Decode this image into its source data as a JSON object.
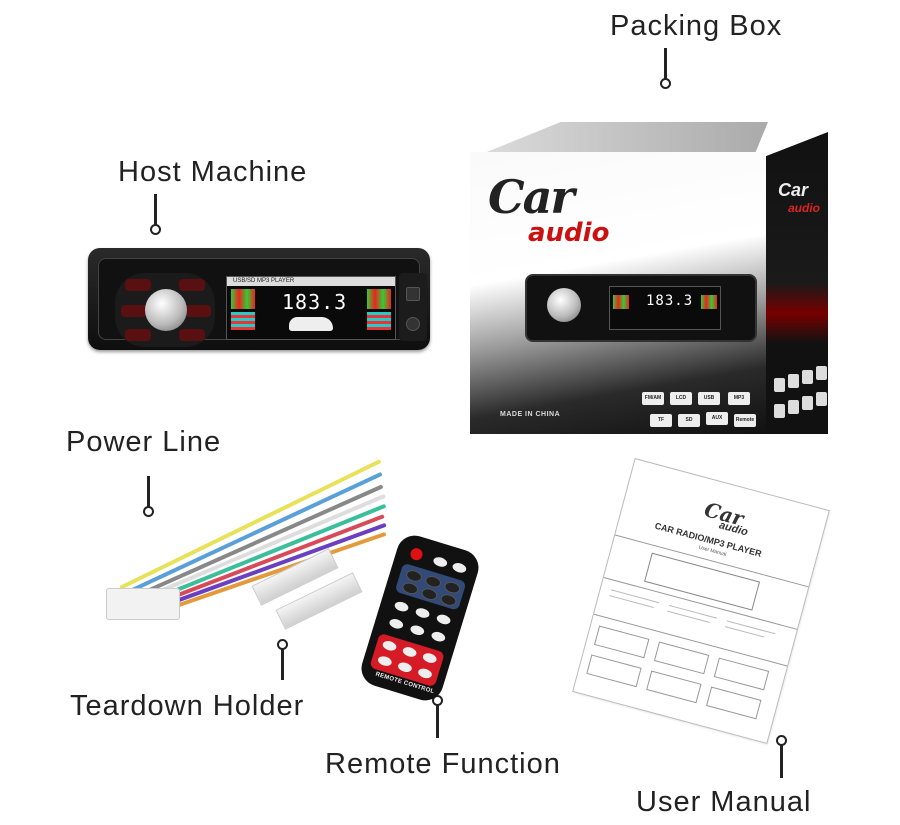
{
  "labels": {
    "packing_box": "Packing Box",
    "host_machine": "Host Machine",
    "power_line": "Power Line",
    "teardown_holder": "Teardown Holder",
    "remote_function": "Remote Function",
    "user_manual": "User Manual"
  },
  "host_machine": {
    "display_header": "USB/SD MP3 PLAYER",
    "display_digits": "183.3"
  },
  "packing_box": {
    "brand_car": "Car",
    "brand_audio": "audio",
    "made_in": "MADE IN CHINA",
    "display_digits": "183.3",
    "features": [
      "FM/AM",
      "LCD",
      "USB",
      "MP3",
      "TF",
      "SD",
      "AUX",
      "Remote"
    ]
  },
  "remote": {
    "label": "REMOTE CONTROL"
  },
  "manual": {
    "brand_car": "Car",
    "brand_audio": "audio",
    "title": "CAR RADIO/MP3 PLAYER",
    "subtitle": "User Manual"
  },
  "colors": {
    "brand_red": "#cc1111",
    "remote_red": "#d51b26",
    "remote_blue": "#324a78"
  }
}
